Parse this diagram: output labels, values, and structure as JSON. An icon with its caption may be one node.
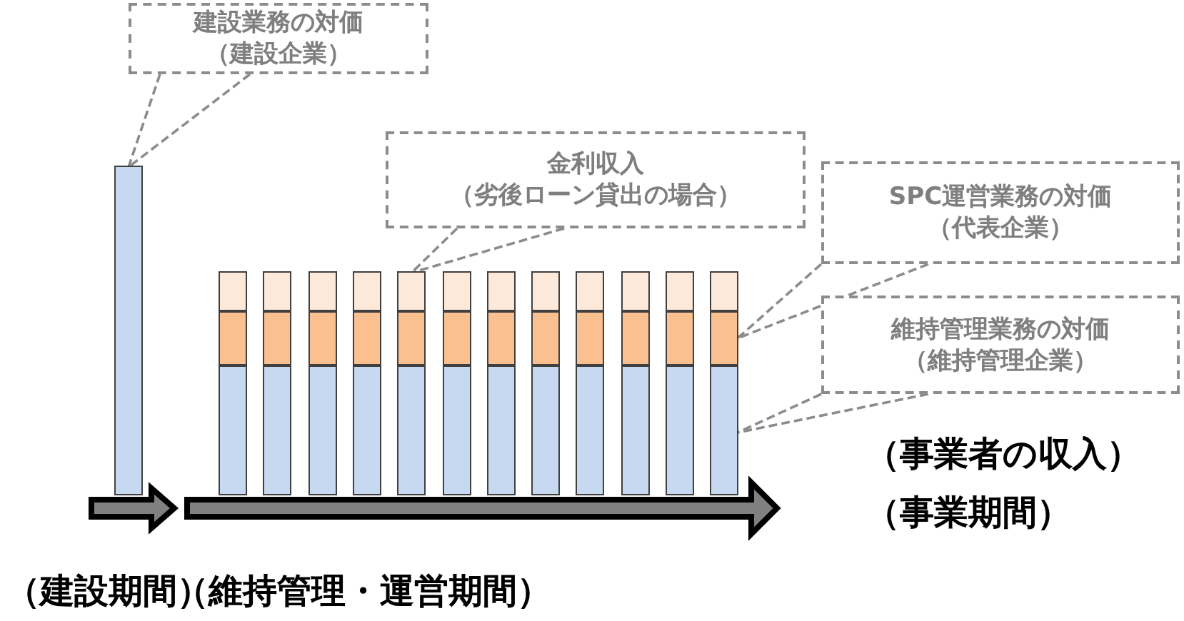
{
  "diagram": {
    "nodes": [
      {
        "text": [
          "建設業務の対価",
          "（建設企業）"
        ]
      },
      {
        "text": [
          "金利収入",
          "（劣後ローン貸出の場合）"
        ]
      },
      {
        "text": [
          "SPC運営業務の対価",
          "（代表企業）"
        ]
      },
      {
        "text": [
          "維持管理業務の対価",
          "（維持管理企業）"
        ]
      },
      {
        "text": [],
        "shape": "bar"
      },
      {
        "text": [],
        "shape": "bar"
      },
      {
        "text": [],
        "shape": "bar"
      },
      {
        "text": [],
        "shape": "bar"
      },
      {
        "text": [],
        "shape": "bar"
      },
      {
        "text": [],
        "shape": "bar"
      },
      {
        "text": [],
        "shape": "bar"
      },
      {
        "text": [],
        "shape": "bar"
      },
      {
        "text": [],
        "shape": "bar"
      },
      {
        "text": [],
        "shape": "bar"
      },
      {
        "text": [],
        "shape": "bar"
      },
      {
        "text": [],
        "shape": "bar"
      },
      {
        "text": [],
        "shape": "bar"
      }
    ],
    "edges": [
      {
        "from": 0,
        "to": 4,
        "arrow": "none",
        "style": "dashed"
      },
      {
        "from": 1,
        "to": 9,
        "arrow": "none",
        "style": "dashed"
      },
      {
        "from": 2,
        "to": 16,
        "arrow": "none",
        "style": "dashed"
      },
      {
        "from": 3,
        "to": 16,
        "arrow": "none",
        "style": "dashed"
      }
    ],
    "labels": [
      "（事業者の収入）",
      "（事業期間）",
      "（建設期間）",
      "（維持管理・運営期間）"
    ]
  }
}
